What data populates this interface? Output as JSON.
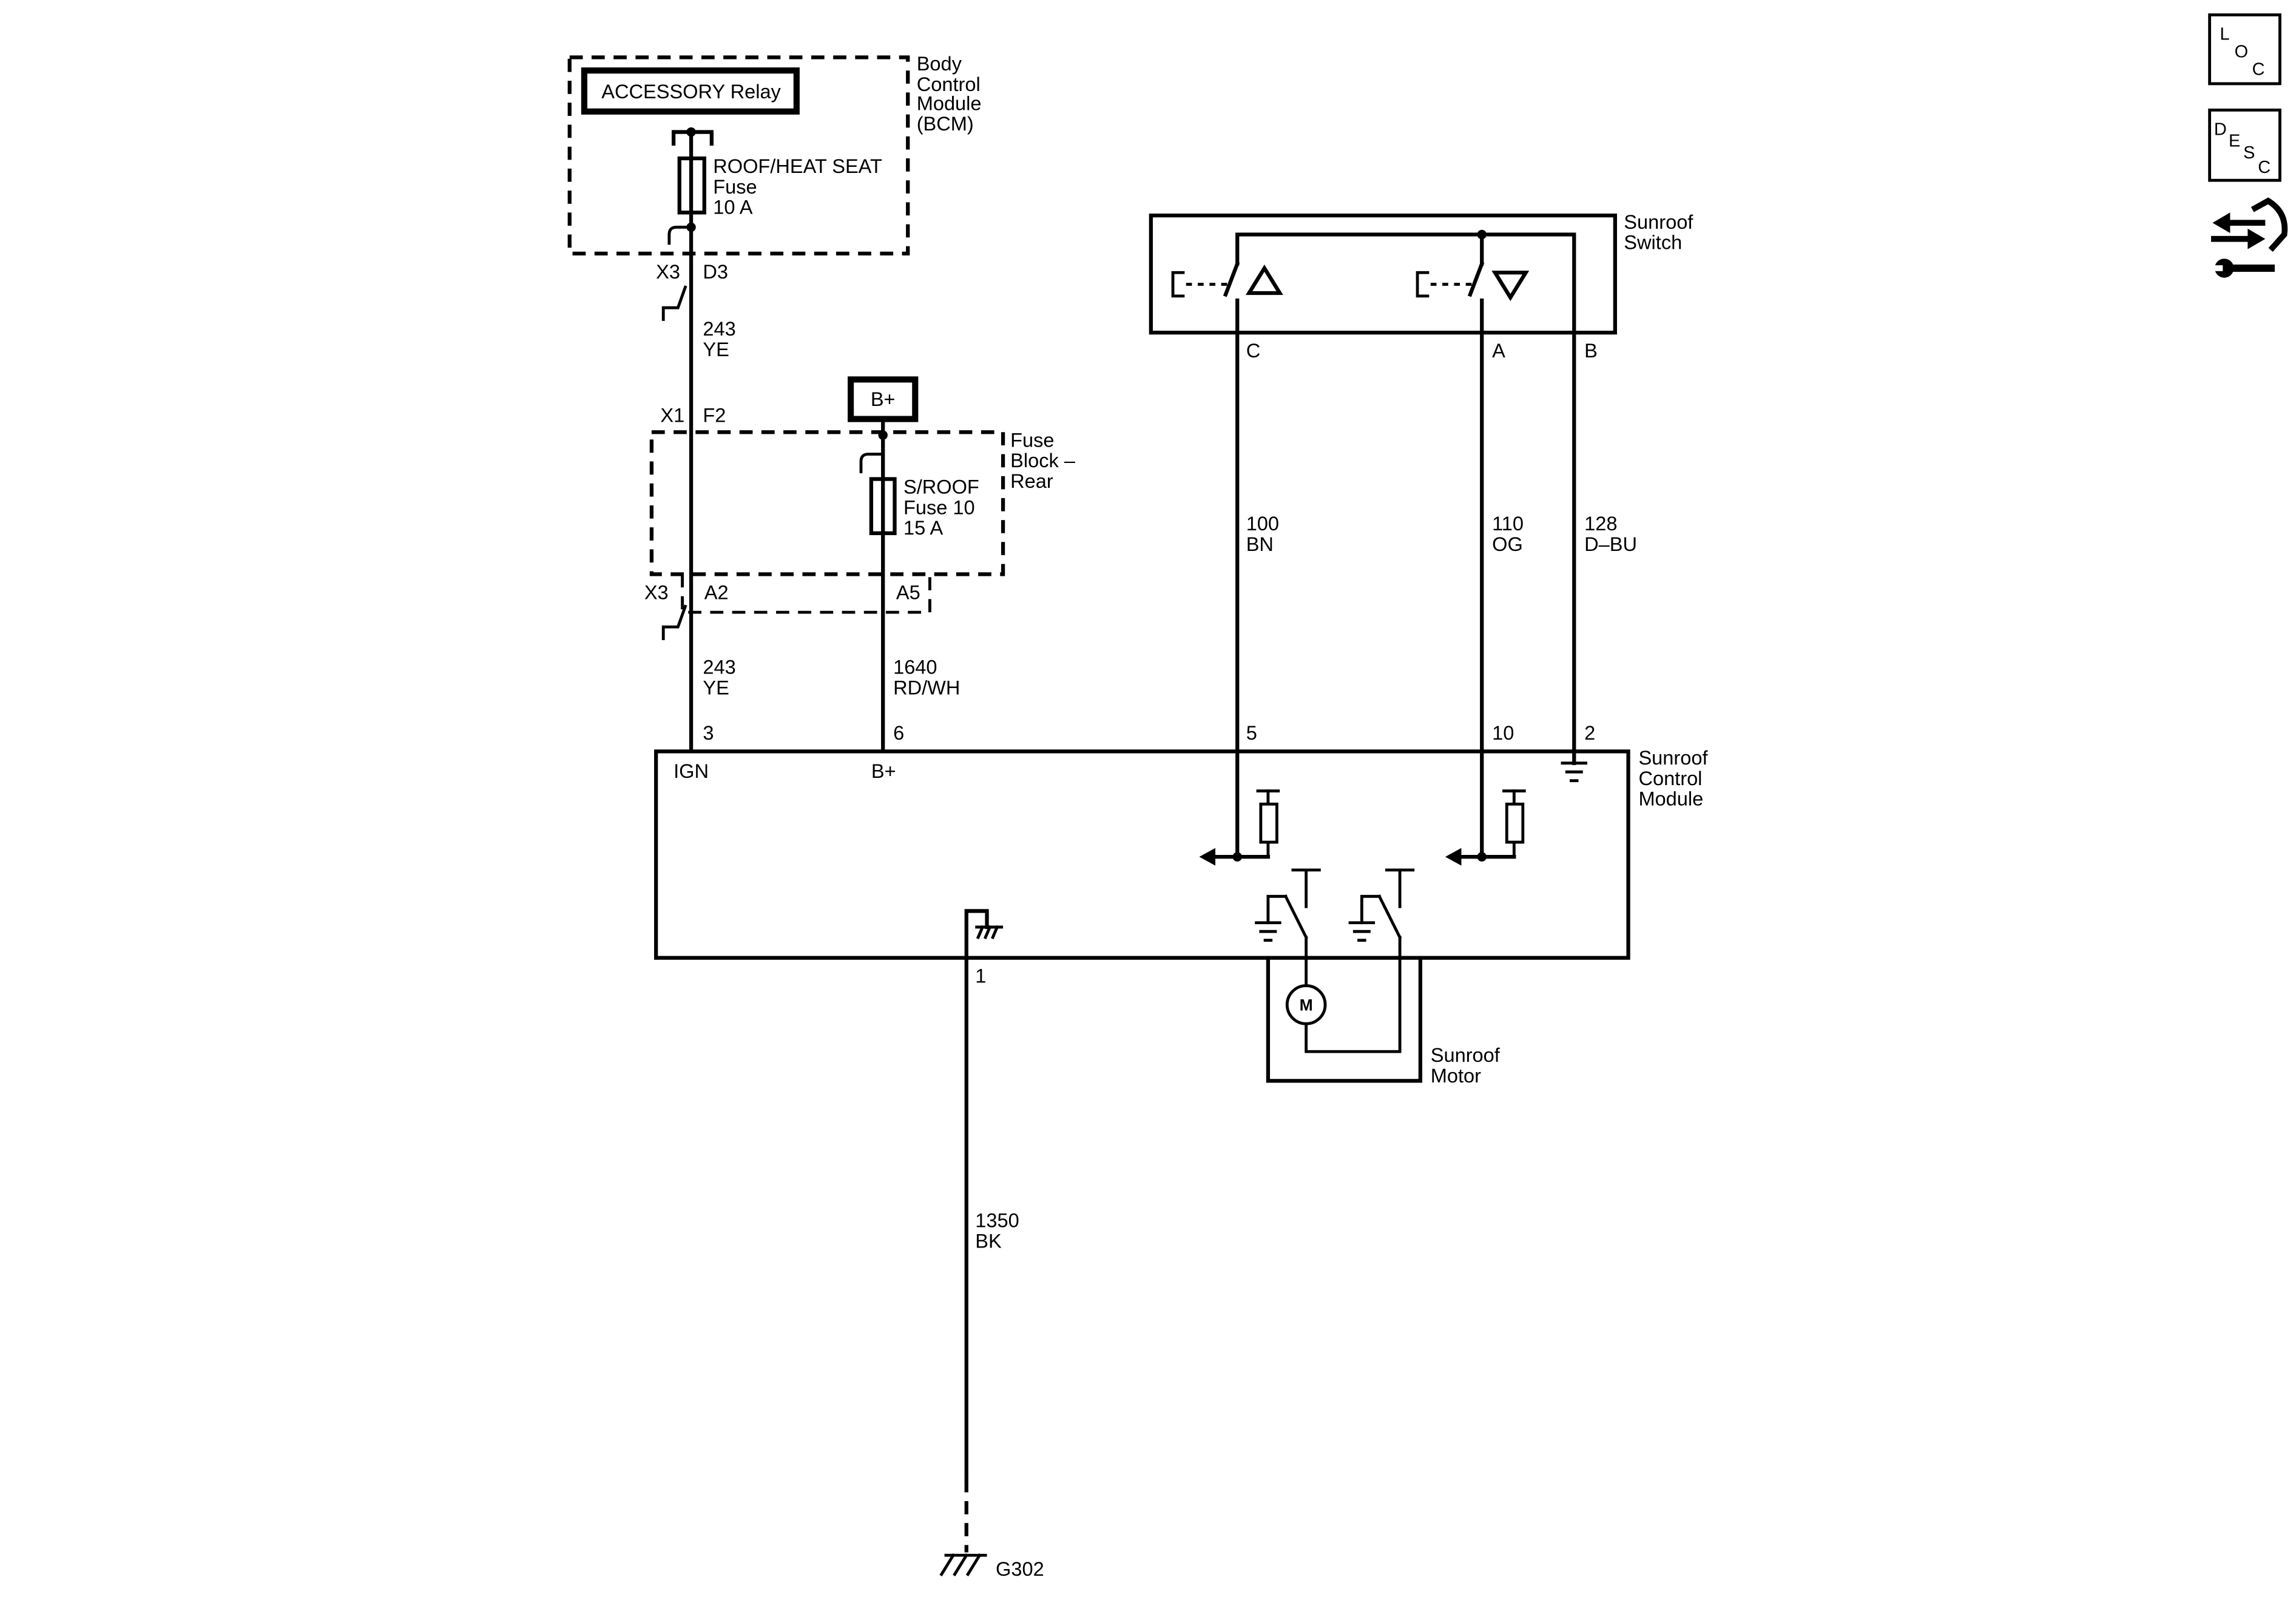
{
  "colors": {
    "line": "#000000",
    "background": "#ffffff"
  },
  "bcm": {
    "label": [
      "Body",
      "Control",
      "Module",
      "(BCM)"
    ],
    "relay_label": "ACCESSORY Relay",
    "fuse": [
      "ROOF/HEAT SEAT",
      "Fuse",
      "10 A"
    ],
    "connector": "X3",
    "pin": "D3"
  },
  "wires": {
    "ign_upper": {
      "circuit": "243",
      "color_code": "YE"
    },
    "ign_lower": {
      "circuit": "243",
      "color_code": "YE"
    },
    "battery": {
      "circuit": "1640",
      "color_code": "RD/WH"
    },
    "switch_c": {
      "circuit": "100",
      "color_code": "BN"
    },
    "switch_a": {
      "circuit": "110",
      "color_code": "OG"
    },
    "switch_b": {
      "circuit": "128",
      "color_code": "D–BU"
    },
    "ground": {
      "circuit": "1350",
      "color_code": "BK"
    }
  },
  "fuse_block": {
    "label": [
      "Fuse",
      "Block –",
      "Rear"
    ],
    "input_connector": "X1",
    "input_pin": "F2",
    "power_source": "B+",
    "fuse": [
      "S/ROOF",
      "Fuse 10",
      "15 A"
    ],
    "output_connector": "X3",
    "output_pin_ign": "A2",
    "output_pin_batt": "A5"
  },
  "sunroof_switch": {
    "label": [
      "Sunroof",
      "Switch"
    ],
    "pins": [
      "C",
      "A",
      "B"
    ],
    "icons": [
      "triangle-up-icon",
      "triangle-down-icon"
    ]
  },
  "control_module": {
    "label": [
      "Sunroof",
      "Control",
      "Module"
    ],
    "pins": {
      "ign": "3",
      "batt": "6",
      "switch_c": "5",
      "switch_a": "10",
      "switch_b": "2",
      "ground": "1"
    },
    "terminals": {
      "ign": "IGN",
      "batt": "B+"
    }
  },
  "motor": {
    "symbol": "M",
    "label": [
      "Sunroof",
      "Motor"
    ]
  },
  "ground": {
    "id": "G302"
  },
  "toolbar": {
    "loc": [
      "L",
      "O",
      "C"
    ],
    "desc": [
      "D",
      "E",
      "S",
      "C"
    ],
    "tools_icon": "connector-tools-icon"
  }
}
